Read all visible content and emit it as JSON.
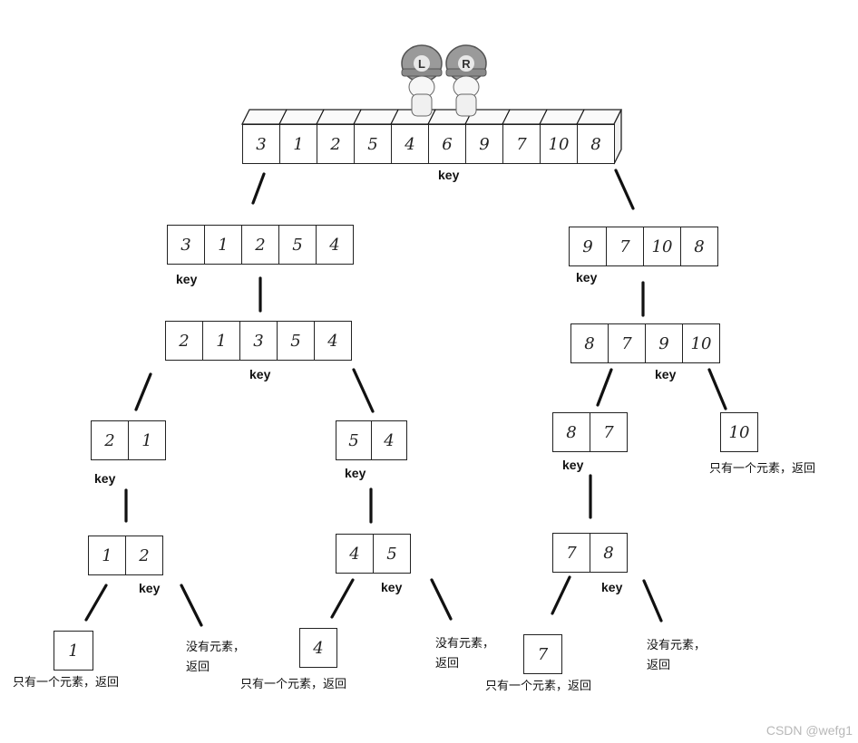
{
  "arrays": [
    {
      "id": "root",
      "values": [
        "3",
        "1",
        "2",
        "5",
        "4",
        "6",
        "9",
        "7",
        "10",
        "8"
      ]
    },
    {
      "id": "left-1",
      "values": [
        "3",
        "1",
        "2",
        "5",
        "4"
      ]
    },
    {
      "id": "left-2",
      "values": [
        "2",
        "1",
        "3",
        "5",
        "4"
      ]
    },
    {
      "id": "left-left-1",
      "values": [
        "2",
        "1"
      ]
    },
    {
      "id": "left-left-2",
      "values": [
        "1",
        "2"
      ]
    },
    {
      "id": "left-left-leaf",
      "values": [
        "1"
      ]
    },
    {
      "id": "left-right-1",
      "values": [
        "5",
        "4"
      ]
    },
    {
      "id": "left-right-2",
      "values": [
        "4",
        "5"
      ]
    },
    {
      "id": "left-right-leaf",
      "values": [
        "4"
      ]
    },
    {
      "id": "right-1",
      "values": [
        "9",
        "7",
        "10",
        "8"
      ]
    },
    {
      "id": "right-2",
      "values": [
        "8",
        "7",
        "9",
        "10"
      ]
    },
    {
      "id": "right-left-1",
      "values": [
        "8",
        "7"
      ]
    },
    {
      "id": "right-left-2",
      "values": [
        "7",
        "8"
      ]
    },
    {
      "id": "right-left-leaf",
      "values": [
        "7"
      ]
    },
    {
      "id": "right-right-leaf",
      "values": [
        "10"
      ]
    }
  ],
  "key_label": "key",
  "notes": {
    "single_element": "只有一个元素，返回",
    "no_element_line1": "没有元素，",
    "no_element_line2": "返回"
  },
  "mascots": {
    "left_letter": "L",
    "right_letter": "R"
  },
  "watermark": "CSDN @wefg1"
}
